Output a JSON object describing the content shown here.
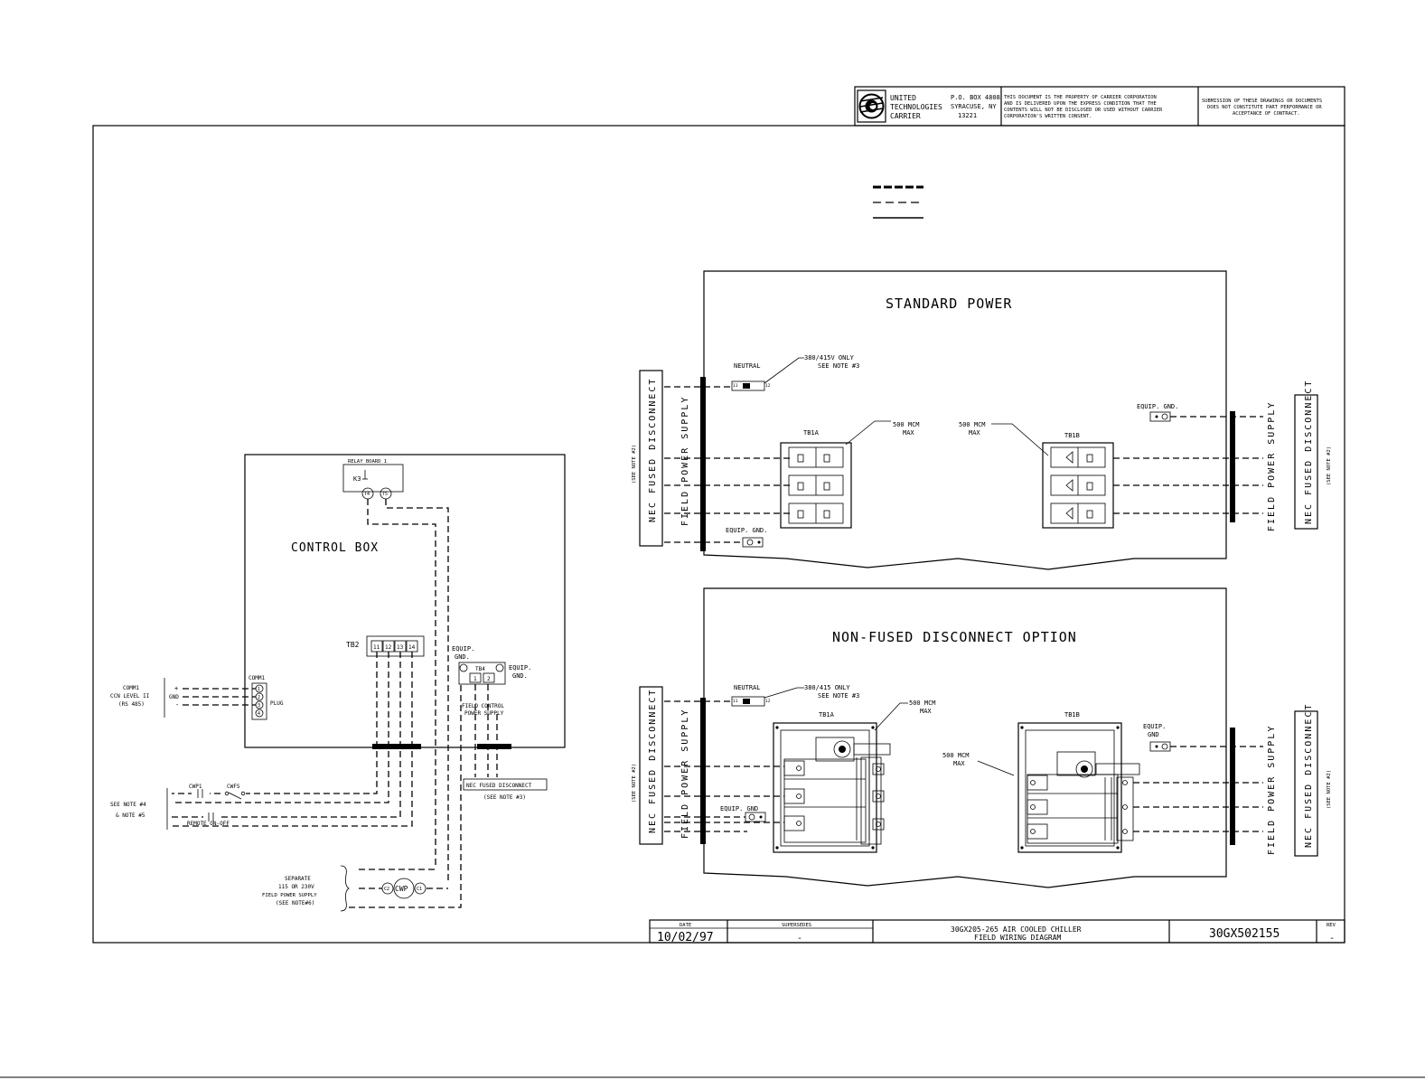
{
  "title_block": {
    "company_line1": "UNITED",
    "company_line2": "TECHNOLOGIES",
    "company_line3": "CARRIER",
    "address_line1": "P.O. BOX 4808",
    "address_line2": "SYRACUSE, NY",
    "address_line3": "13221",
    "property_line1": "THIS DOCUMENT IS THE PROPERTY OF CARRIER CORPORATION",
    "property_line2": "AND IS DELIVERED UPON THE EXPRESS CONDITION THAT THE",
    "property_line3": "CONTENTS WILL NOT BE DISCLOSED OR USED WITHOUT CARRIER",
    "property_line4": "CORPORATION'S WRITTEN CONSENT.",
    "submission_line1": "SUBMISSION OF THESE DRAWINGS OR DOCUMENTS",
    "submission_line2": "DOES NOT CONSTITUTE PART PERFORMANCE OR",
    "submission_line3": "ACCEPTANCE OF CONTRACT."
  },
  "control_box": {
    "title": "CONTROL BOX",
    "relay_board": "RELAY BOARD 1",
    "k3": "K3",
    "t4": "T4",
    "t5": "T5",
    "tb2": "TB2",
    "tb2_terms": [
      "11",
      "12",
      "13",
      "14"
    ],
    "tb4": "TB4",
    "tb4_terms": [
      "1",
      "2"
    ],
    "equip_gnd_a1": "EQUIP.",
    "equip_gnd_a2": "GND.",
    "equip_gnd_b1": "EQUIP.",
    "equip_gnd_b2": "GND.",
    "field_control1": "FIELD CONTROL",
    "field_control2": "POWER SUPPLY",
    "comm1": "COMM1",
    "plug": "PLUG",
    "comm_terms": [
      "1",
      "2",
      "3",
      "4"
    ],
    "ccn_line1": "COMM1",
    "ccn_line2": "CCN LEVEL II",
    "ccn_line3": "(RS 485)",
    "sign_plus": "+",
    "sign_gnd": "GND",
    "sign_minus": "-",
    "nec_fused": "NEC FUSED DISCONNECT",
    "see_note3": "(SEE NOTE #3)",
    "cwp1": "CWP1",
    "cwfs": "CWFS",
    "see_note4_line1": "SEE NOTE #4",
    "see_note4_line2": "& NOTE #5",
    "remote": "REMOTE ON-OFF",
    "separate_line1": "SEPARATE",
    "separate_line2": "115 OR 230V",
    "separate_line3": "FIELD POWER SUPPLY",
    "separate_line4": "(SEE NOTE#6)",
    "cwp": "CWP",
    "c2": "C2",
    "c1": "C1"
  },
  "standard_power": {
    "title": "STANDARD POWER",
    "neutral": "NEUTRAL",
    "n_left": "11",
    "n_right": "12",
    "volt_note1": "380/415V ONLY",
    "volt_note2": "SEE NOTE #3",
    "tb1a": "TB1A",
    "tb1b": "TB1B",
    "mcm_a1": "500 MCM",
    "mcm_a2": "MAX",
    "mcm_b1": "500 MCM",
    "mcm_b2": "MAX",
    "equip_gnd_left": "EQUIP. GND.",
    "equip_gnd_right": "EQUIP. GND.",
    "left_vert_1": "NEC FUSED DISCONNECT",
    "left_vert_2": "FIELD POWER SUPPLY",
    "left_note": "(SEE NOTE #2)",
    "right_vert_1": "FIELD POWER SUPPLY",
    "right_vert_2": "NEC FUSED DISCONNECT",
    "right_note": "(SEE NOTE #2)"
  },
  "non_fused": {
    "title": "NON-FUSED DISCONNECT OPTION",
    "neutral": "NEUTRAL",
    "n_left": "11",
    "n_right": "12",
    "volt_note1": "380/415 ONLY",
    "volt_note2": "SEE NOTE #3",
    "tb1a": "TB1A",
    "tb1b": "TB1B",
    "mcm_a1": "500 MCM",
    "mcm_a2": "MAX",
    "mcm_b1": "500 MCM",
    "mcm_b2": "MAX",
    "equip_gnd_left": "EQUIP. GND",
    "equip_gnd_right1": "EQUIP.",
    "equip_gnd_right2": "GND",
    "left_vert_1": "NEC FUSED DISCONNECT",
    "left_vert_2": "FIELD POWER SUPPLY",
    "left_note": "(SEE NOTE #2)",
    "right_vert_1": "FIELD POWER SUPPLY",
    "right_vert_2": "NEC FUSED DISCONNECT",
    "right_note": "(SEE NOTE #2)"
  },
  "bottom_block": {
    "date_label": "DATE",
    "date_value": "10/02/97",
    "supersedes_label": "SUPERSEDES",
    "supersedes_value": "-",
    "title_line1": "30GX205-265 AIR COOLED CHILLER",
    "title_line2": "FIELD WIRING DIAGRAM",
    "drawing_number": "30GX502155",
    "rev_label": "REV",
    "rev_value": "-"
  }
}
